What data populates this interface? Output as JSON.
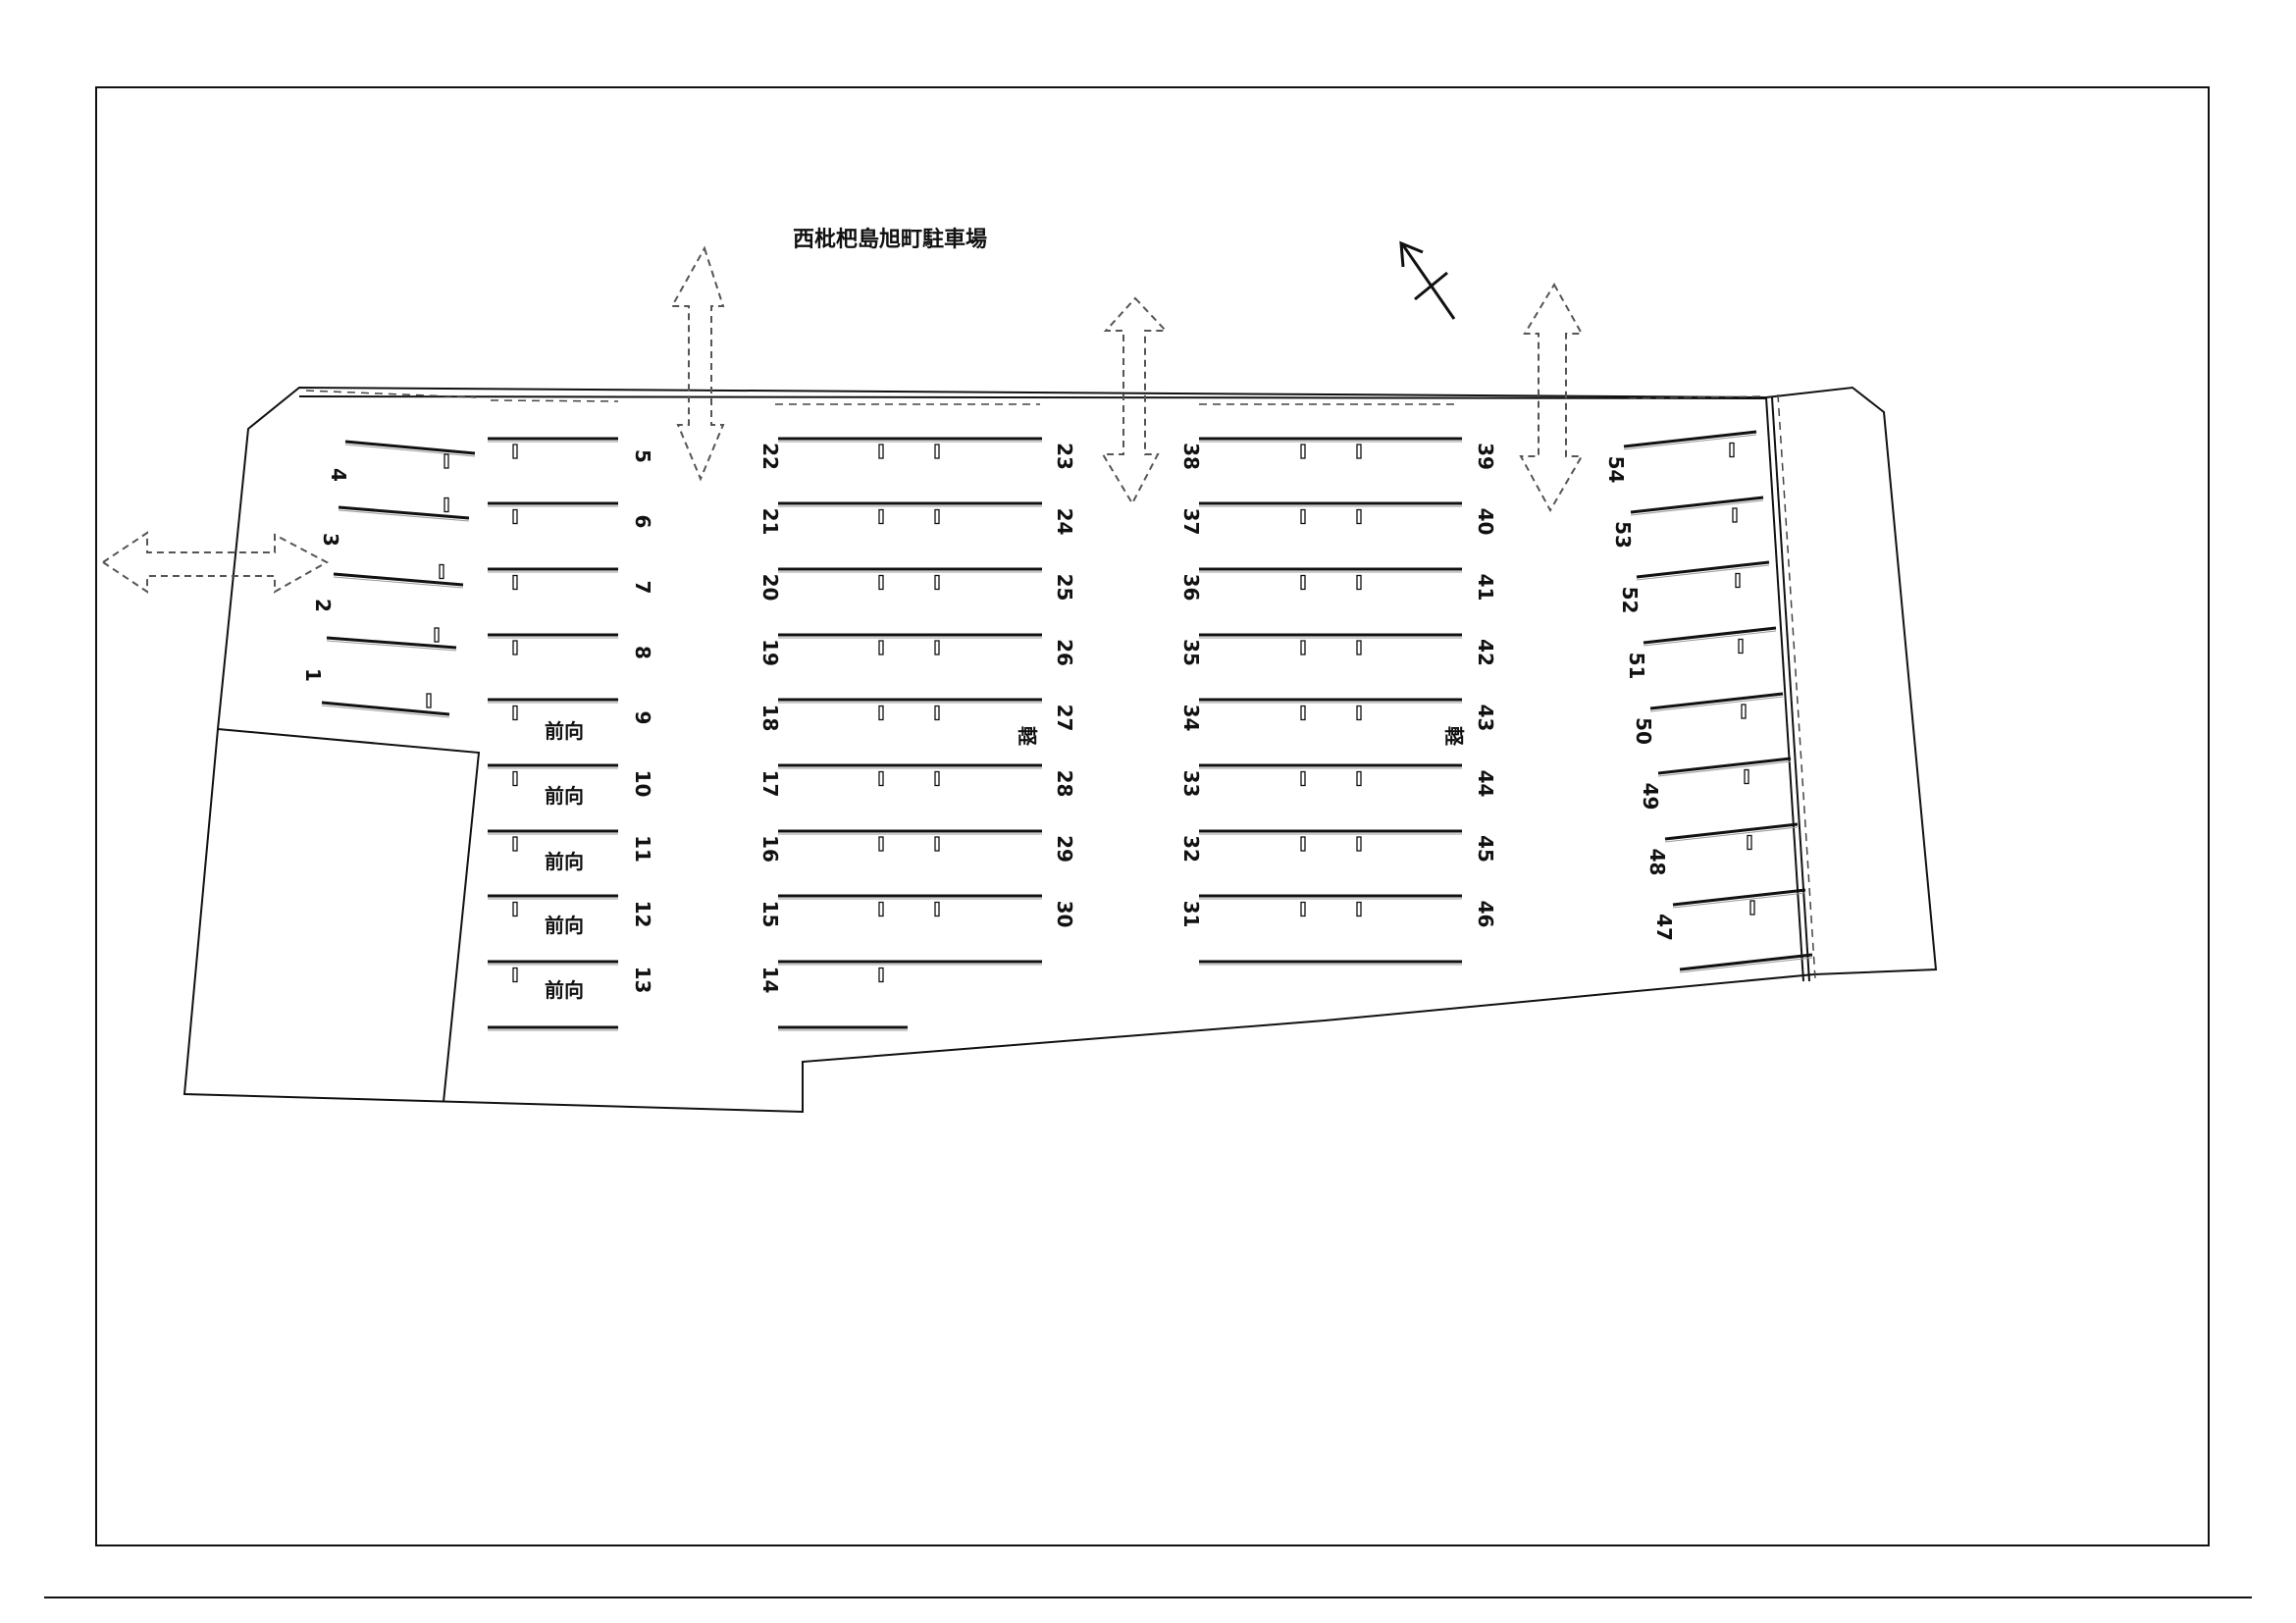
{
  "title": "西枇杷島旭町駐車場",
  "stall_numbers": [
    "1",
    "2",
    "3",
    "4",
    "5",
    "6",
    "7",
    "8",
    "9",
    "10",
    "11",
    "12",
    "13",
    "14",
    "15",
    "16",
    "17",
    "18",
    "19",
    "20",
    "21",
    "22",
    "23",
    "24",
    "25",
    "26",
    "27",
    "28",
    "29",
    "30",
    "31",
    "32",
    "33",
    "34",
    "35",
    "36",
    "37",
    "38",
    "39",
    "40",
    "41",
    "42",
    "43",
    "44",
    "45",
    "46",
    "47",
    "48",
    "49",
    "50",
    "51",
    "52",
    "53",
    "54"
  ],
  "front_facing_label": "前向",
  "kei_label": "軽",
  "icons": {
    "north_arrow": "north-arrow-icon",
    "entrance_arrow": "double-arrow-icon"
  },
  "colors": {
    "ink": "#111111",
    "faint": "#777777",
    "paper": "#ffffff"
  }
}
